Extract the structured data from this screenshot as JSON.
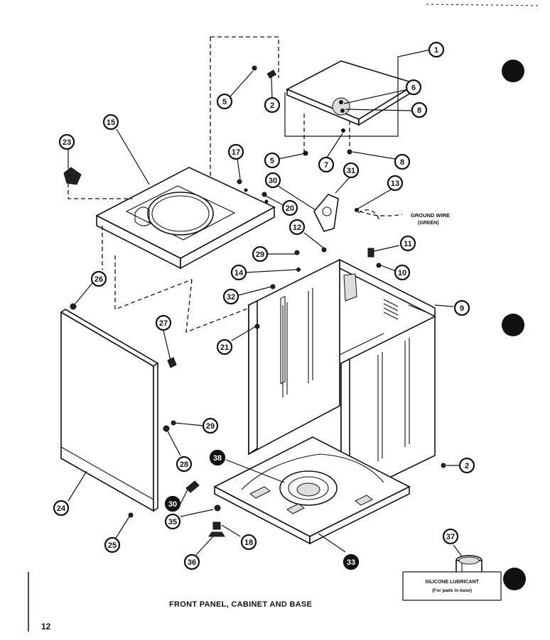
{
  "caption": "FRONT PANEL, CABINET AND BASE",
  "page_number": "12",
  "ground_wire_label": [
    "GROUND WIRE",
    "(GREEN)"
  ],
  "silicone_label": [
    "SILICONE LUBRICANT",
    "(For pads in base)"
  ],
  "callouts": [
    "1",
    "2",
    "5",
    "2",
    "5",
    "6",
    "8",
    "5",
    "7",
    "8",
    "15",
    "23",
    "17",
    "30",
    "31",
    "13",
    "20",
    "12",
    "29",
    "14",
    "32",
    "26",
    "11",
    "10",
    "9",
    "21",
    "27",
    "29",
    "28",
    "38",
    "30",
    "35",
    "18",
    "24",
    "25",
    "36",
    "33",
    "37"
  ]
}
